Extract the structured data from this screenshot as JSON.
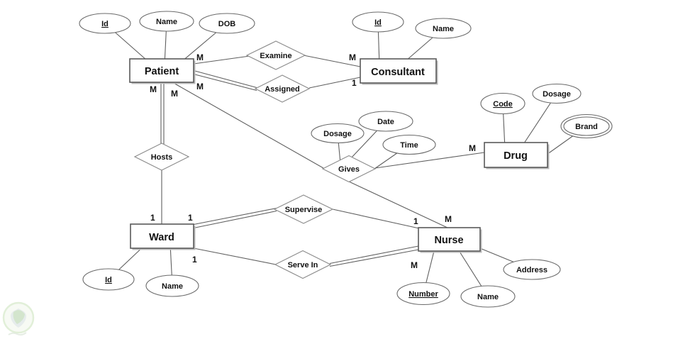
{
  "entities": {
    "patient": {
      "label": "Patient"
    },
    "consultant": {
      "label": "Consultant"
    },
    "drug": {
      "label": "Drug"
    },
    "ward": {
      "label": "Ward"
    },
    "nurse": {
      "label": "Nurse"
    }
  },
  "relationships": {
    "examine": {
      "label": "Examine"
    },
    "assigned": {
      "label": "Assigned"
    },
    "hosts": {
      "label": "Hosts"
    },
    "gives": {
      "label": "Gives"
    },
    "supervise": {
      "label": "Supervise"
    },
    "serve_in": {
      "label": "Serve In"
    }
  },
  "attributes": {
    "patient_id": {
      "label": "Id",
      "key": true,
      "entity": "Patient"
    },
    "patient_name": {
      "label": "Name",
      "key": false,
      "entity": "Patient"
    },
    "patient_dob": {
      "label": "DOB",
      "key": false,
      "entity": "Patient"
    },
    "consultant_id": {
      "label": "Id",
      "key": true,
      "entity": "Consultant"
    },
    "consultant_name": {
      "label": "Name",
      "key": false,
      "entity": "Consultant"
    },
    "gives_dosage": {
      "label": "Dosage",
      "key": false,
      "entity": "Gives"
    },
    "gives_date": {
      "label": "Date",
      "key": false,
      "entity": "Gives"
    },
    "gives_time": {
      "label": "Time",
      "key": false,
      "entity": "Gives"
    },
    "drug_code": {
      "label": "Code",
      "key": true,
      "entity": "Drug"
    },
    "drug_dosage": {
      "label": "Dosage",
      "key": false,
      "entity": "Drug"
    },
    "drug_brand": {
      "label": "Brand",
      "key": false,
      "multivalued": true,
      "entity": "Drug"
    },
    "ward_id": {
      "label": "Id",
      "key": true,
      "entity": "Ward"
    },
    "ward_name": {
      "label": "Name",
      "key": false,
      "entity": "Ward"
    },
    "nurse_number": {
      "label": "Number",
      "key": true,
      "entity": "Nurse"
    },
    "nurse_name": {
      "label": "Name",
      "key": false,
      "entity": "Nurse"
    },
    "nurse_address": {
      "label": "Address",
      "key": false,
      "entity": "Nurse"
    }
  },
  "cardinalities": {
    "patient_examine": "M",
    "examine_consultant": "M",
    "patient_assigned": "M",
    "assigned_consultant": "1",
    "patient_hosts": "M",
    "hosts_ward": "1",
    "patient_gives": "M",
    "gives_drug": "M",
    "gives_nurse": "M",
    "ward_supervise": "1",
    "supervise_nurse": "1",
    "ward_serve_in": "1",
    "serve_in_nurse": "M"
  },
  "model": [
    {
      "relationship": "Examine",
      "between": [
        "Patient",
        "Consultant"
      ],
      "cardinality": "M:M"
    },
    {
      "relationship": "Assigned",
      "between": [
        "Patient",
        "Consultant"
      ],
      "cardinality": "M:1",
      "double_line_side": "Patient"
    },
    {
      "relationship": "Hosts",
      "between": [
        "Patient",
        "Ward"
      ],
      "cardinality": "M:1",
      "double_line_side": "Patient"
    },
    {
      "relationship": "Gives",
      "between": [
        "Patient",
        "Drug",
        "Nurse"
      ],
      "cardinality": "M:M:M",
      "attributes": [
        "Dosage",
        "Date",
        "Time"
      ]
    },
    {
      "relationship": "Supervise",
      "between": [
        "Ward",
        "Nurse"
      ],
      "cardinality": "1:1",
      "double_line_side": "Ward"
    },
    {
      "relationship": "Serve In",
      "between": [
        "Ward",
        "Nurse"
      ],
      "cardinality": "1:M",
      "double_line_side": "Nurse"
    }
  ]
}
